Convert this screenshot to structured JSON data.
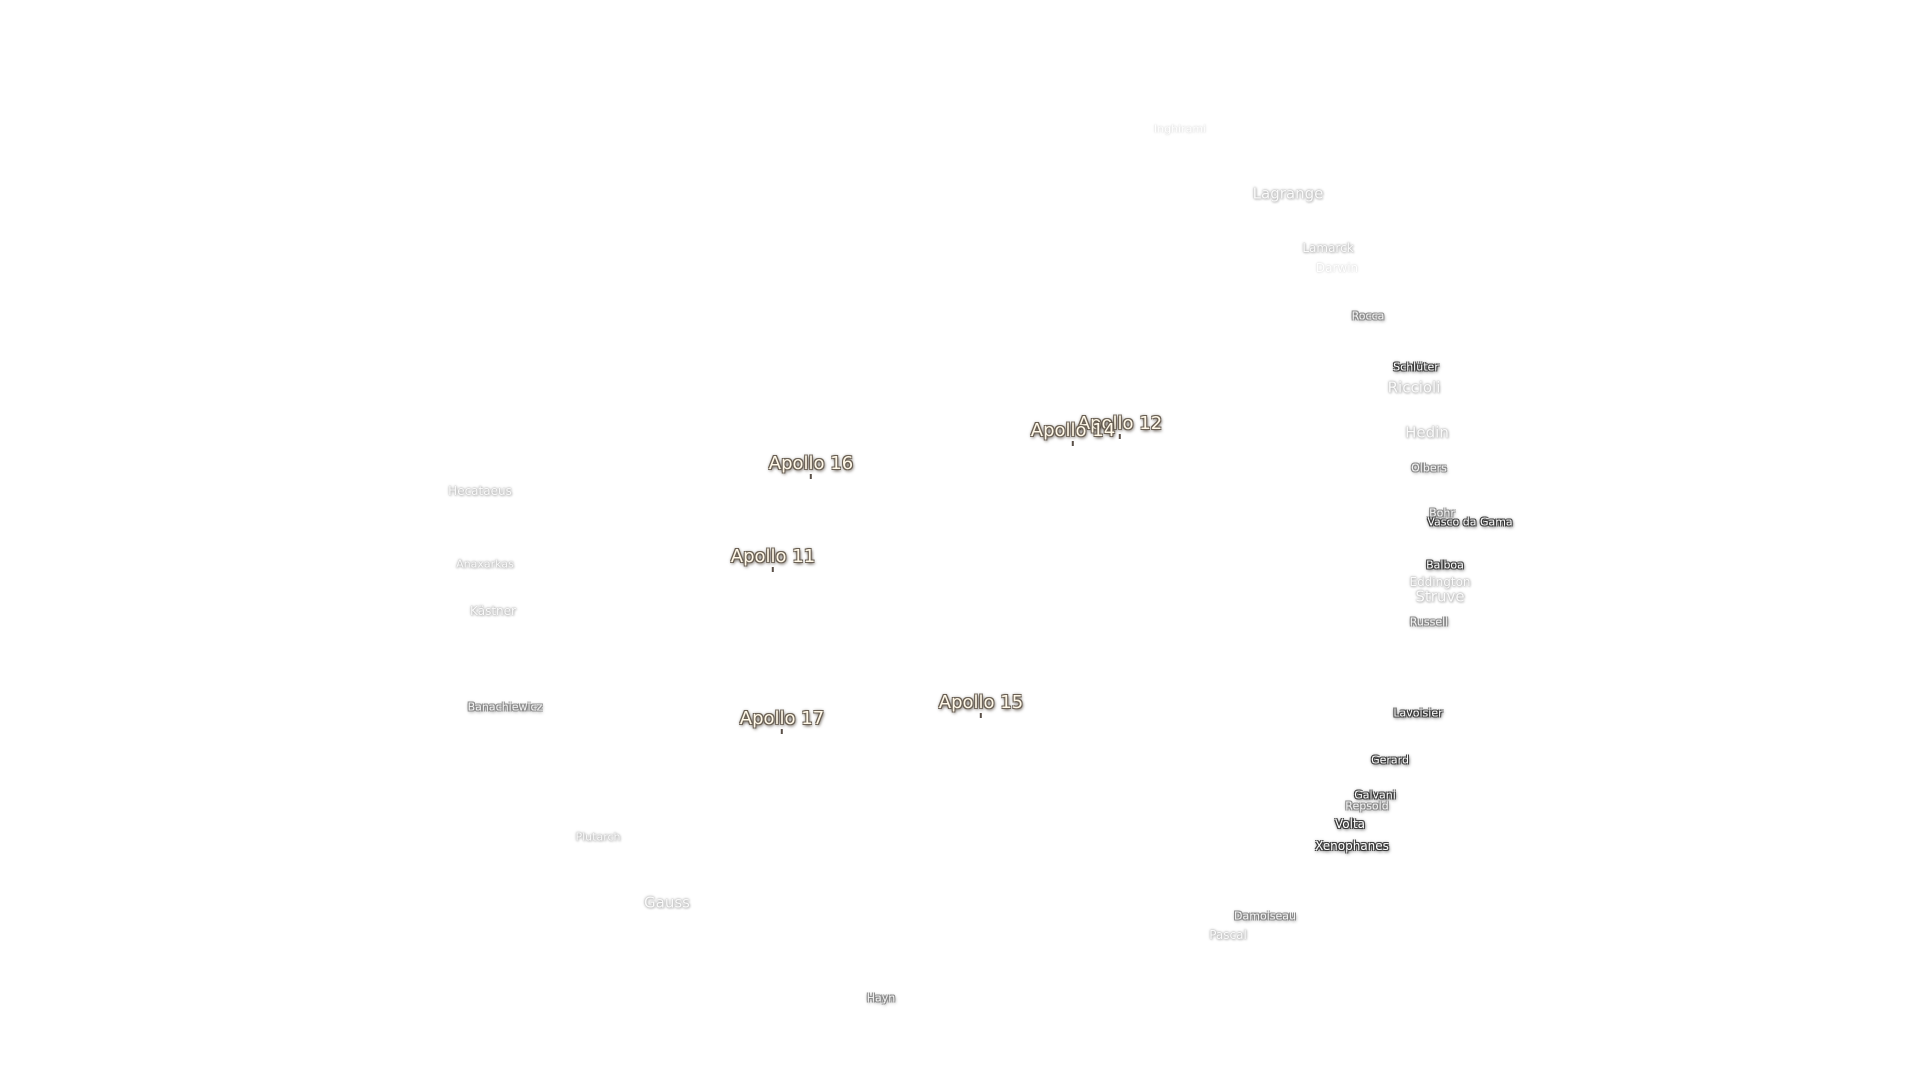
{
  "map": {
    "background": "#ffffff",
    "apollo_color": "#fff8e8",
    "apollo_sites": [
      {
        "name": "Apollo 11"
      },
      {
        "name": "Apollo 12"
      },
      {
        "name": "Apollo 14"
      },
      {
        "name": "Apollo 15"
      },
      {
        "name": "Apollo 16"
      },
      {
        "name": "Apollo 17"
      }
    ],
    "craters": [
      {
        "name": "Inghirami"
      },
      {
        "name": "Lagrange"
      },
      {
        "name": "Lamarck"
      },
      {
        "name": "Darwin"
      },
      {
        "name": "Rocca"
      },
      {
        "name": "Schlüter"
      },
      {
        "name": "Riccioli"
      },
      {
        "name": "Hedin"
      },
      {
        "name": "Olbers"
      },
      {
        "name": "Bohr"
      },
      {
        "name": "Vasco da Gama"
      },
      {
        "name": "Balboa"
      },
      {
        "name": "Eddington"
      },
      {
        "name": "Struve"
      },
      {
        "name": "Russell"
      },
      {
        "name": "Lavoisier"
      },
      {
        "name": "Gerard"
      },
      {
        "name": "Galvani"
      },
      {
        "name": "Repsold"
      },
      {
        "name": "Volta"
      },
      {
        "name": "Xenophanes"
      },
      {
        "name": "Damoiseau"
      },
      {
        "name": "Pascal"
      },
      {
        "name": "Hecataeus"
      },
      {
        "name": "Anaxarkas"
      },
      {
        "name": "Kästner"
      },
      {
        "name": "Banachiewicz"
      },
      {
        "name": "Plutarch"
      },
      {
        "name": "Gauss"
      },
      {
        "name": "Hayn"
      }
    ]
  }
}
